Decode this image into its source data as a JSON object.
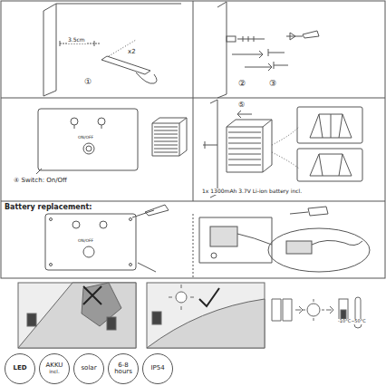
{
  "diagram": {
    "nodes": [
      {
        "text": [
          "LED"
        ]
      },
      {
        "text": [
          "AKKU",
          "incl."
        ]
      },
      {
        "text": [
          "solar"
        ]
      },
      {
        "text": [
          "6-8 hours"
        ]
      },
      {
        "text": [
          "IP54"
        ]
      }
    ],
    "labels": [
      "3.5cm",
      "x2",
      "①",
      "②",
      "③",
      "④ Switch: On/Off",
      "⑤",
      "ON/OFF",
      "1x 1300mAh 3.7V Li-ion battery incl.",
      "Battery replacement:",
      "ON/OFF",
      "-10°C~50°C"
    ]
  }
}
